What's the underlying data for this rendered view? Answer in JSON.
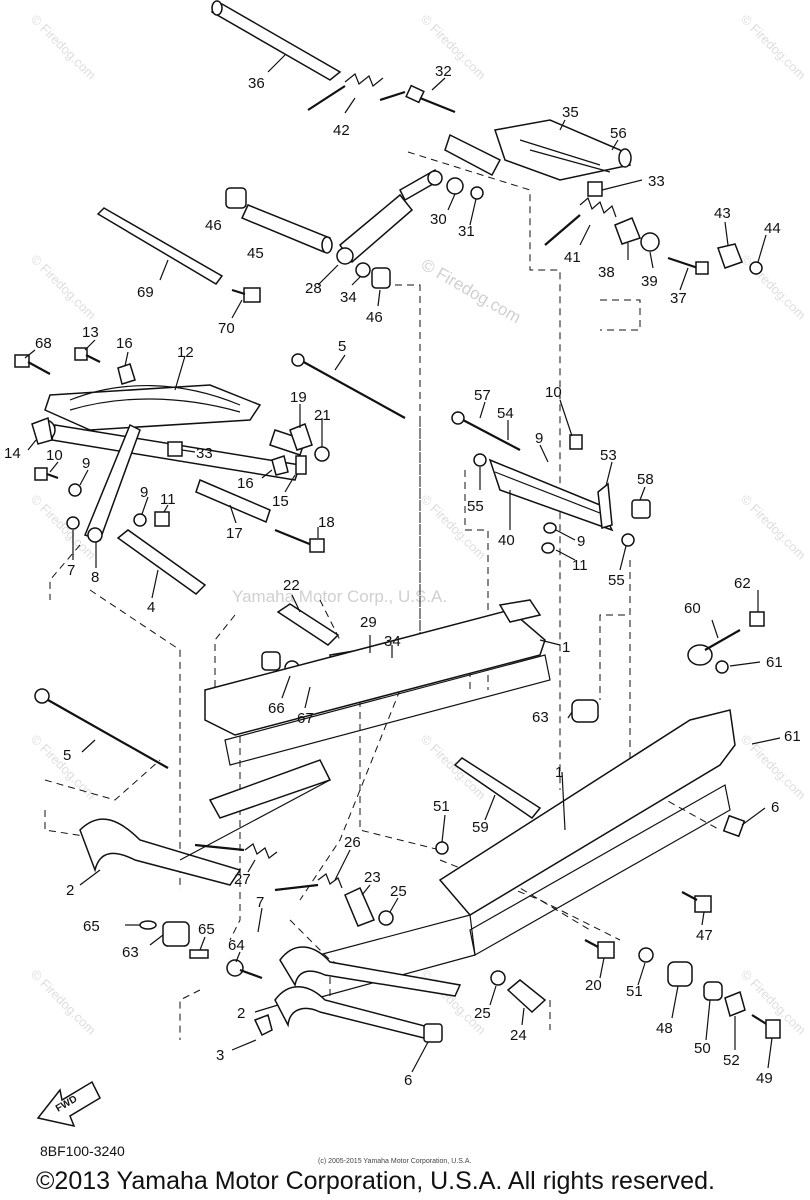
{
  "watermarks": {
    "firedog_center": "© Firedog.com",
    "firedog_side": "© Firedog.com",
    "yamaha": "Yamaha Motor Corp., U.S.A."
  },
  "callouts": [
    {
      "id": "c36",
      "text": "36"
    },
    {
      "id": "c42",
      "text": "42"
    },
    {
      "id": "c32",
      "text": "32"
    },
    {
      "id": "c35",
      "text": "35"
    },
    {
      "id": "c56",
      "text": "56"
    },
    {
      "id": "c33a",
      "text": "33"
    },
    {
      "id": "c43",
      "text": "43"
    },
    {
      "id": "c44",
      "text": "44"
    },
    {
      "id": "c46a",
      "text": "46"
    },
    {
      "id": "c45",
      "text": "45"
    },
    {
      "id": "c30",
      "text": "30"
    },
    {
      "id": "c31",
      "text": "31"
    },
    {
      "id": "c41",
      "text": "41"
    },
    {
      "id": "c38",
      "text": "38"
    },
    {
      "id": "c39",
      "text": "39"
    },
    {
      "id": "c37",
      "text": "37"
    },
    {
      "id": "c69",
      "text": "69"
    },
    {
      "id": "c28",
      "text": "28"
    },
    {
      "id": "c34a",
      "text": "34"
    },
    {
      "id": "c46b",
      "text": "46"
    },
    {
      "id": "c70",
      "text": "70"
    },
    {
      "id": "c68",
      "text": "68"
    },
    {
      "id": "c13",
      "text": "13"
    },
    {
      "id": "c16a",
      "text": "16"
    },
    {
      "id": "c12",
      "text": "12"
    },
    {
      "id": "c5a",
      "text": "5"
    },
    {
      "id": "c19",
      "text": "19"
    },
    {
      "id": "c21",
      "text": "21"
    },
    {
      "id": "c57",
      "text": "57"
    },
    {
      "id": "c54",
      "text": "54"
    },
    {
      "id": "c10a",
      "text": "10"
    },
    {
      "id": "c9a",
      "text": "9"
    },
    {
      "id": "c53",
      "text": "53"
    },
    {
      "id": "c58",
      "text": "58"
    },
    {
      "id": "c14",
      "text": "14"
    },
    {
      "id": "c33b",
      "text": "33"
    },
    {
      "id": "c16b",
      "text": "16"
    },
    {
      "id": "c15",
      "text": "15"
    },
    {
      "id": "c10b",
      "text": "10"
    },
    {
      "id": "c9b",
      "text": "9"
    },
    {
      "id": "c9c",
      "text": "9"
    },
    {
      "id": "c11a",
      "text": "11"
    },
    {
      "id": "c17",
      "text": "17"
    },
    {
      "id": "c18",
      "text": "18"
    },
    {
      "id": "c55a",
      "text": "55"
    },
    {
      "id": "c40",
      "text": "40"
    },
    {
      "id": "c9d",
      "text": "9"
    },
    {
      "id": "c11b",
      "text": "11"
    },
    {
      "id": "c55b",
      "text": "55"
    },
    {
      "id": "c7a",
      "text": "7"
    },
    {
      "id": "c8",
      "text": "8"
    },
    {
      "id": "c4",
      "text": "4"
    },
    {
      "id": "c22",
      "text": "22"
    },
    {
      "id": "c62",
      "text": "62"
    },
    {
      "id": "c60",
      "text": "60"
    },
    {
      "id": "c1a",
      "text": "1"
    },
    {
      "id": "c29",
      "text": "29"
    },
    {
      "id": "c34b",
      "text": "34"
    },
    {
      "id": "c61a",
      "text": "61"
    },
    {
      "id": "c66",
      "text": "66"
    },
    {
      "id": "c67",
      "text": "67"
    },
    {
      "id": "c63a",
      "text": "63"
    },
    {
      "id": "c61b",
      "text": "61"
    },
    {
      "id": "c5b",
      "text": "5"
    },
    {
      "id": "c1b",
      "text": "1"
    },
    {
      "id": "c51a",
      "text": "51"
    },
    {
      "id": "c59",
      "text": "59"
    },
    {
      "id": "c6a",
      "text": "6"
    },
    {
      "id": "c26",
      "text": "26"
    },
    {
      "id": "c2a",
      "text": "2"
    },
    {
      "id": "c27",
      "text": "27"
    },
    {
      "id": "c23",
      "text": "23"
    },
    {
      "id": "c25a",
      "text": "25"
    },
    {
      "id": "c47",
      "text": "47"
    },
    {
      "id": "c7b",
      "text": "7"
    },
    {
      "id": "c65a",
      "text": "65"
    },
    {
      "id": "c65b",
      "text": "65"
    },
    {
      "id": "c63b",
      "text": "63"
    },
    {
      "id": "c64",
      "text": "64"
    },
    {
      "id": "c20",
      "text": "20"
    },
    {
      "id": "c51b",
      "text": "51"
    },
    {
      "id": "c2b",
      "text": "2"
    },
    {
      "id": "c25b",
      "text": "25"
    },
    {
      "id": "c48",
      "text": "48"
    },
    {
      "id": "c24",
      "text": "24"
    },
    {
      "id": "c50",
      "text": "50"
    },
    {
      "id": "c52",
      "text": "52"
    },
    {
      "id": "c49",
      "text": "49"
    },
    {
      "id": "c3",
      "text": "3"
    },
    {
      "id": "c6b",
      "text": "6"
    }
  ],
  "fwd_label": "FWD",
  "part_number": "8BF100-3240",
  "small_copyright": "(c) 2005-2015 Yamaha Motor Corporation, U.S.A.",
  "copyright": "©2013 Yamaha Motor Corporation, U.S.A. All rights reserved."
}
